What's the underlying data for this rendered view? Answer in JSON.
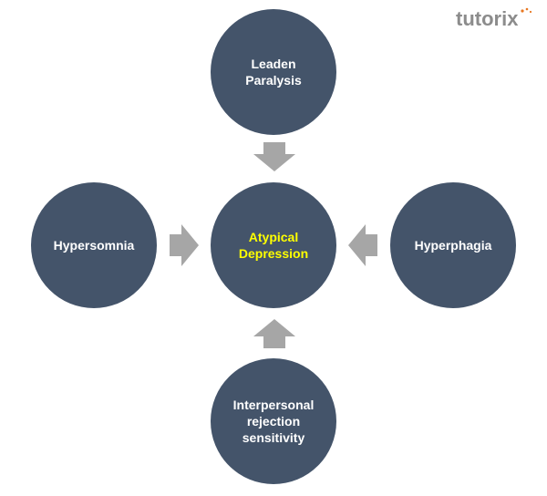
{
  "logo": "tutorix",
  "nodes": {
    "center": "Atypical\nDepression",
    "top": "Leaden\nParalysis",
    "left": "Hypersomnia",
    "right": "Hyperphagia",
    "bottom": "Interpersonal\nrejection\nsensitivity"
  },
  "colors": {
    "node_fill": "#44546a",
    "node_text": "#ffffff",
    "center_text": "#ffff00",
    "arrow": "#a6a6a6",
    "logo_text": "#8c8c8c",
    "logo_accent": "#e87722"
  }
}
